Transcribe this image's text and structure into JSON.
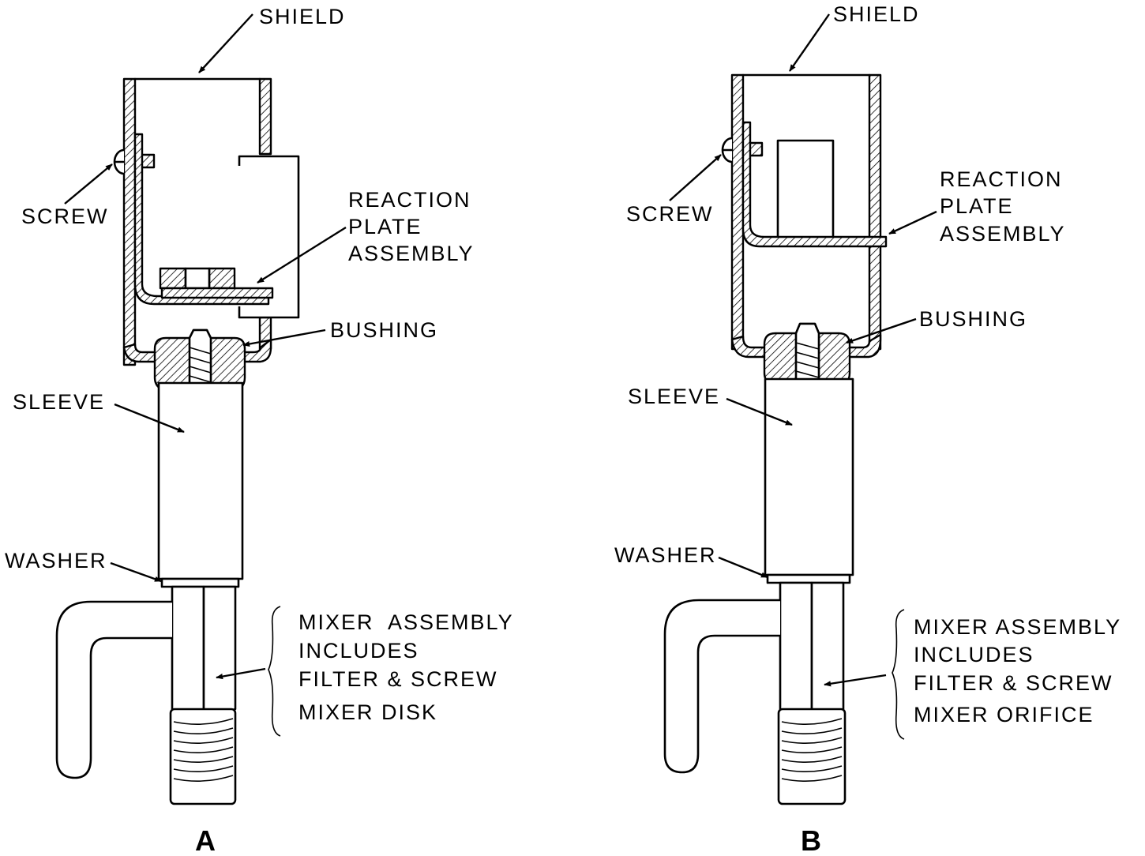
{
  "figure_a": {
    "caption": "A",
    "labels": {
      "shield": "SHIELD",
      "screw": "SCREW",
      "reaction_plate": [
        "REACTION",
        "PLATE",
        "ASSEMBLY"
      ],
      "bushing": "BUSHING",
      "sleeve": "SLEEVE",
      "washer": "WASHER",
      "mixer": [
        "MIXER  ASSEMBLY",
        "INCLUDES",
        "FILTER & SCREW",
        "MIXER DISK"
      ]
    }
  },
  "figure_b": {
    "caption": "B",
    "labels": {
      "shield": "SHIELD",
      "screw": "SCREW",
      "reaction_plate": [
        "REACTION",
        "PLATE",
        "ASSEMBLY"
      ],
      "bushing": "BUSHING",
      "sleeve": "SLEEVE",
      "washer": "WASHER",
      "mixer": [
        "MIXER ASSEMBLY",
        "INCLUDES",
        "FILTER & SCREW",
        "MIXER ORIFICE"
      ]
    }
  }
}
